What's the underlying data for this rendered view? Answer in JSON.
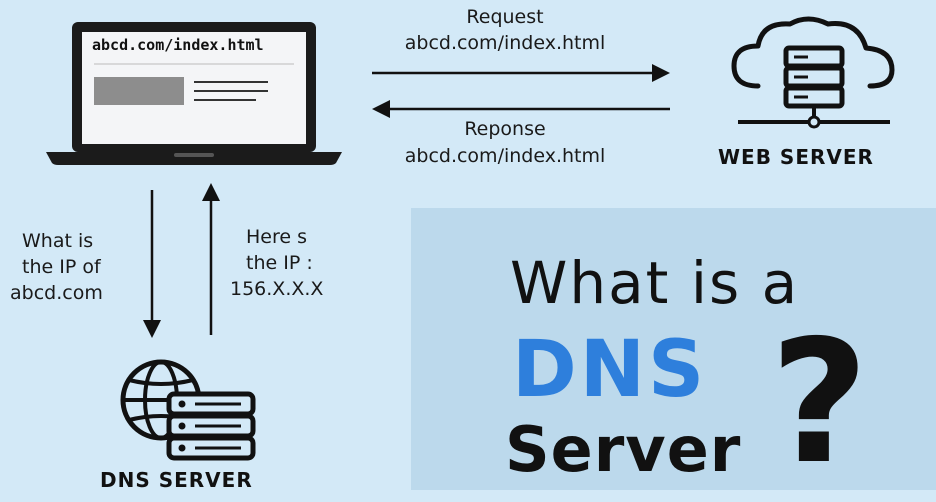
{
  "laptop": {
    "address_bar": "abcd.com/index.html"
  },
  "request": {
    "title": "Request",
    "url": "abcd.com/index.html"
  },
  "response": {
    "title": "Reponse",
    "url": "abcd.com/index.html"
  },
  "web_server": {
    "label": "WEB SERVER"
  },
  "dns_query": {
    "line1": "What is",
    "line2": "the IP of",
    "line3": "abcd.com"
  },
  "dns_answer": {
    "line1": "Here s",
    "line2": "the IP :",
    "line3": "156.X.X.X"
  },
  "dns_server": {
    "label": "DNS SERVER"
  },
  "headline": {
    "line1": "What is a",
    "line2": "DNS",
    "line3": "Server",
    "mark": "?"
  },
  "colors": {
    "background": "#d3e9f7",
    "panel": "#bcd9ec",
    "accent": "#2e7fdc",
    "ink": "#111111"
  }
}
